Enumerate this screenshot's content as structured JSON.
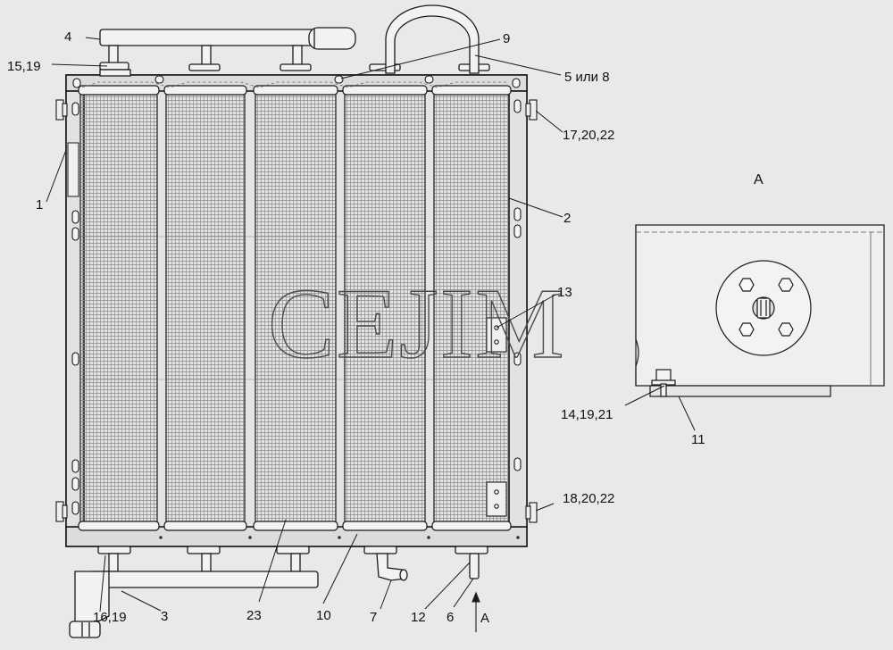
{
  "watermark": "CEJIM",
  "view_title": "A",
  "callouts": {
    "c4": "4",
    "c15_19": "15,19",
    "c9": "9",
    "c5_8": "5 или 8",
    "c17_20_22": "17,20,22",
    "c1": "1",
    "c2": "2",
    "c13": "13",
    "c14_19_21": "14,19,21",
    "c11": "11",
    "c18_20_22": "18,20,22",
    "c16_19": "16,19",
    "c3": "3",
    "c23": "23",
    "c10": "10",
    "c7": "7",
    "c12": "12",
    "c6": "6",
    "arrow_a": "A"
  },
  "colors": {
    "background": "#e9e9e9",
    "line": "#1a1a1a",
    "core_fill": "#d9d9d9",
    "mesh": "#8c8c8c",
    "detail_fill": "#efefef"
  }
}
